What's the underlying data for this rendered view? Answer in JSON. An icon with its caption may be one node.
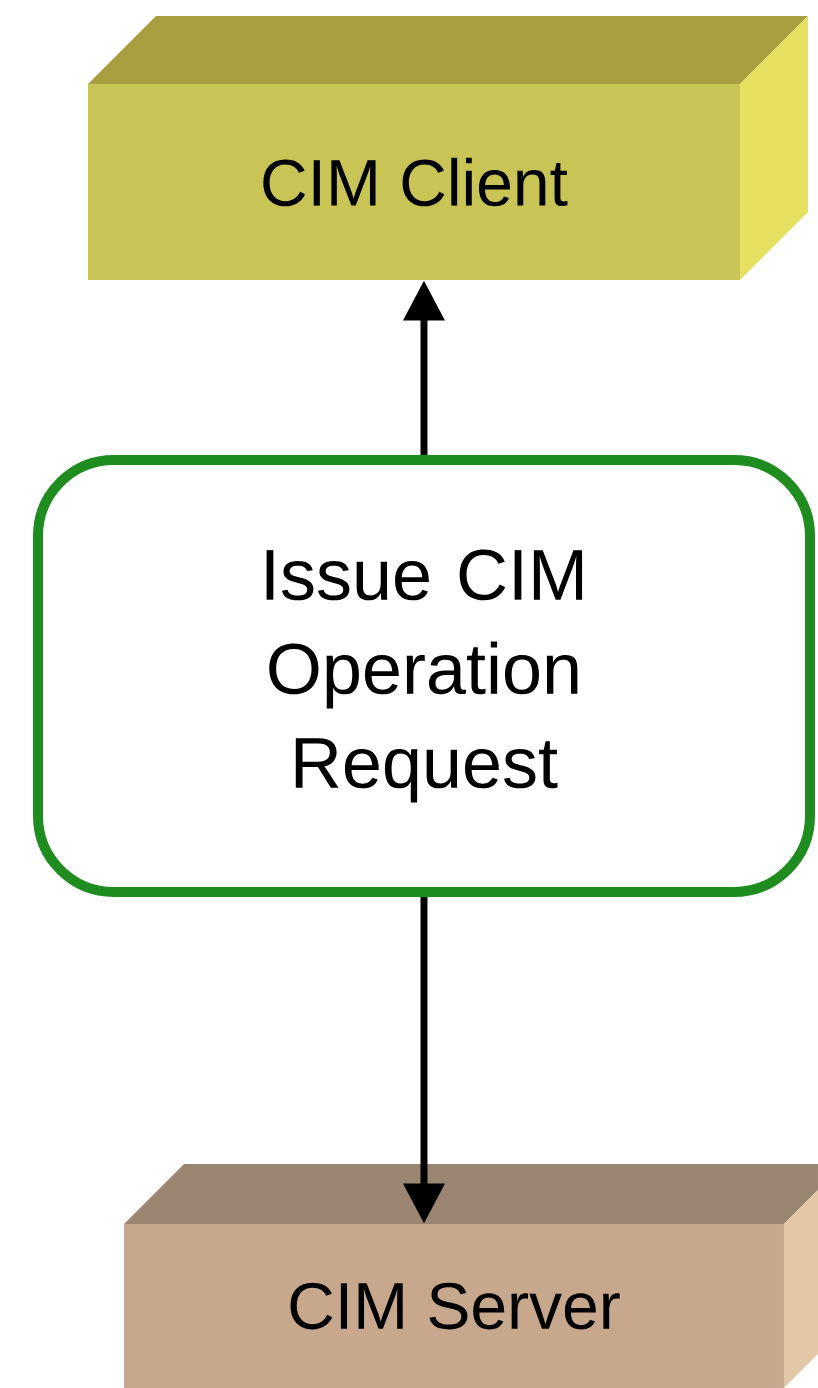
{
  "diagram": {
    "nodes": [
      {
        "text": [
          "CIM Client"
        ]
      },
      {
        "text": [
          "Issue CIM Operation Request"
        ]
      },
      {
        "text": [
          "CIM Server"
        ]
      }
    ],
    "edges": [
      {
        "from": 1,
        "to": 0,
        "arrow": "to"
      },
      {
        "from": 1,
        "to": 2,
        "arrow": "to"
      }
    ]
  }
}
